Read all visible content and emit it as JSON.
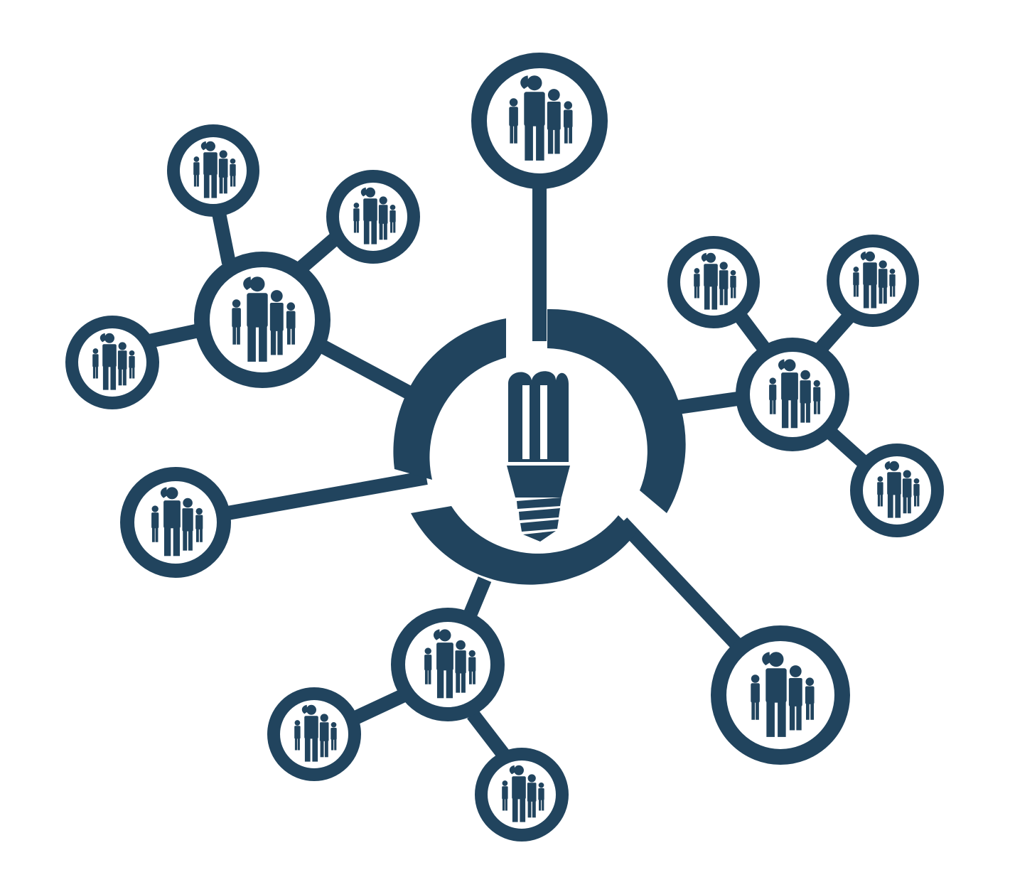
{
  "diagram": {
    "type": "network",
    "colors": {
      "primary": "#21445e",
      "background": "#ffffff"
    },
    "hub": {
      "icon": "lightbulb-icon"
    },
    "node_icon": "people-group-icon",
    "groups": [
      {
        "id": "top",
        "nodes": 1,
        "attached_to": "hub"
      },
      {
        "id": "upper-left",
        "nodes": 4,
        "attached_to": "hub",
        "sub_nodes": 3
      },
      {
        "id": "left",
        "nodes": 1,
        "attached_to": "hub"
      },
      {
        "id": "right",
        "nodes": 4,
        "attached_to": "hub",
        "sub_nodes": 3
      },
      {
        "id": "bottom",
        "nodes": 3,
        "attached_to": "hub",
        "sub_nodes": 2
      },
      {
        "id": "bottom-right",
        "nodes": 1,
        "attached_to": "hub"
      }
    ],
    "total_people_nodes": 14
  }
}
